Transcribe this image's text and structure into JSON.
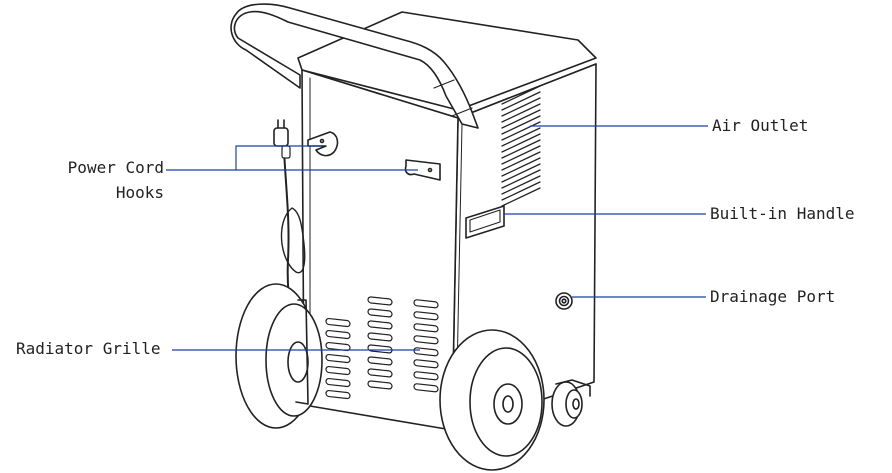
{
  "colors": {
    "line": "#1f3fae",
    "stroke": "#222222",
    "text": "#222222",
    "fill": "#ffffff"
  },
  "labels": {
    "air_outlet": "Air Outlet",
    "built_in_handle": "Built-in Handle",
    "drainage_port": "Drainage Port",
    "power_cord_line1": "Power Cord",
    "power_cord_line2": "Hooks",
    "radiator_grille": "Radiator Grille"
  }
}
